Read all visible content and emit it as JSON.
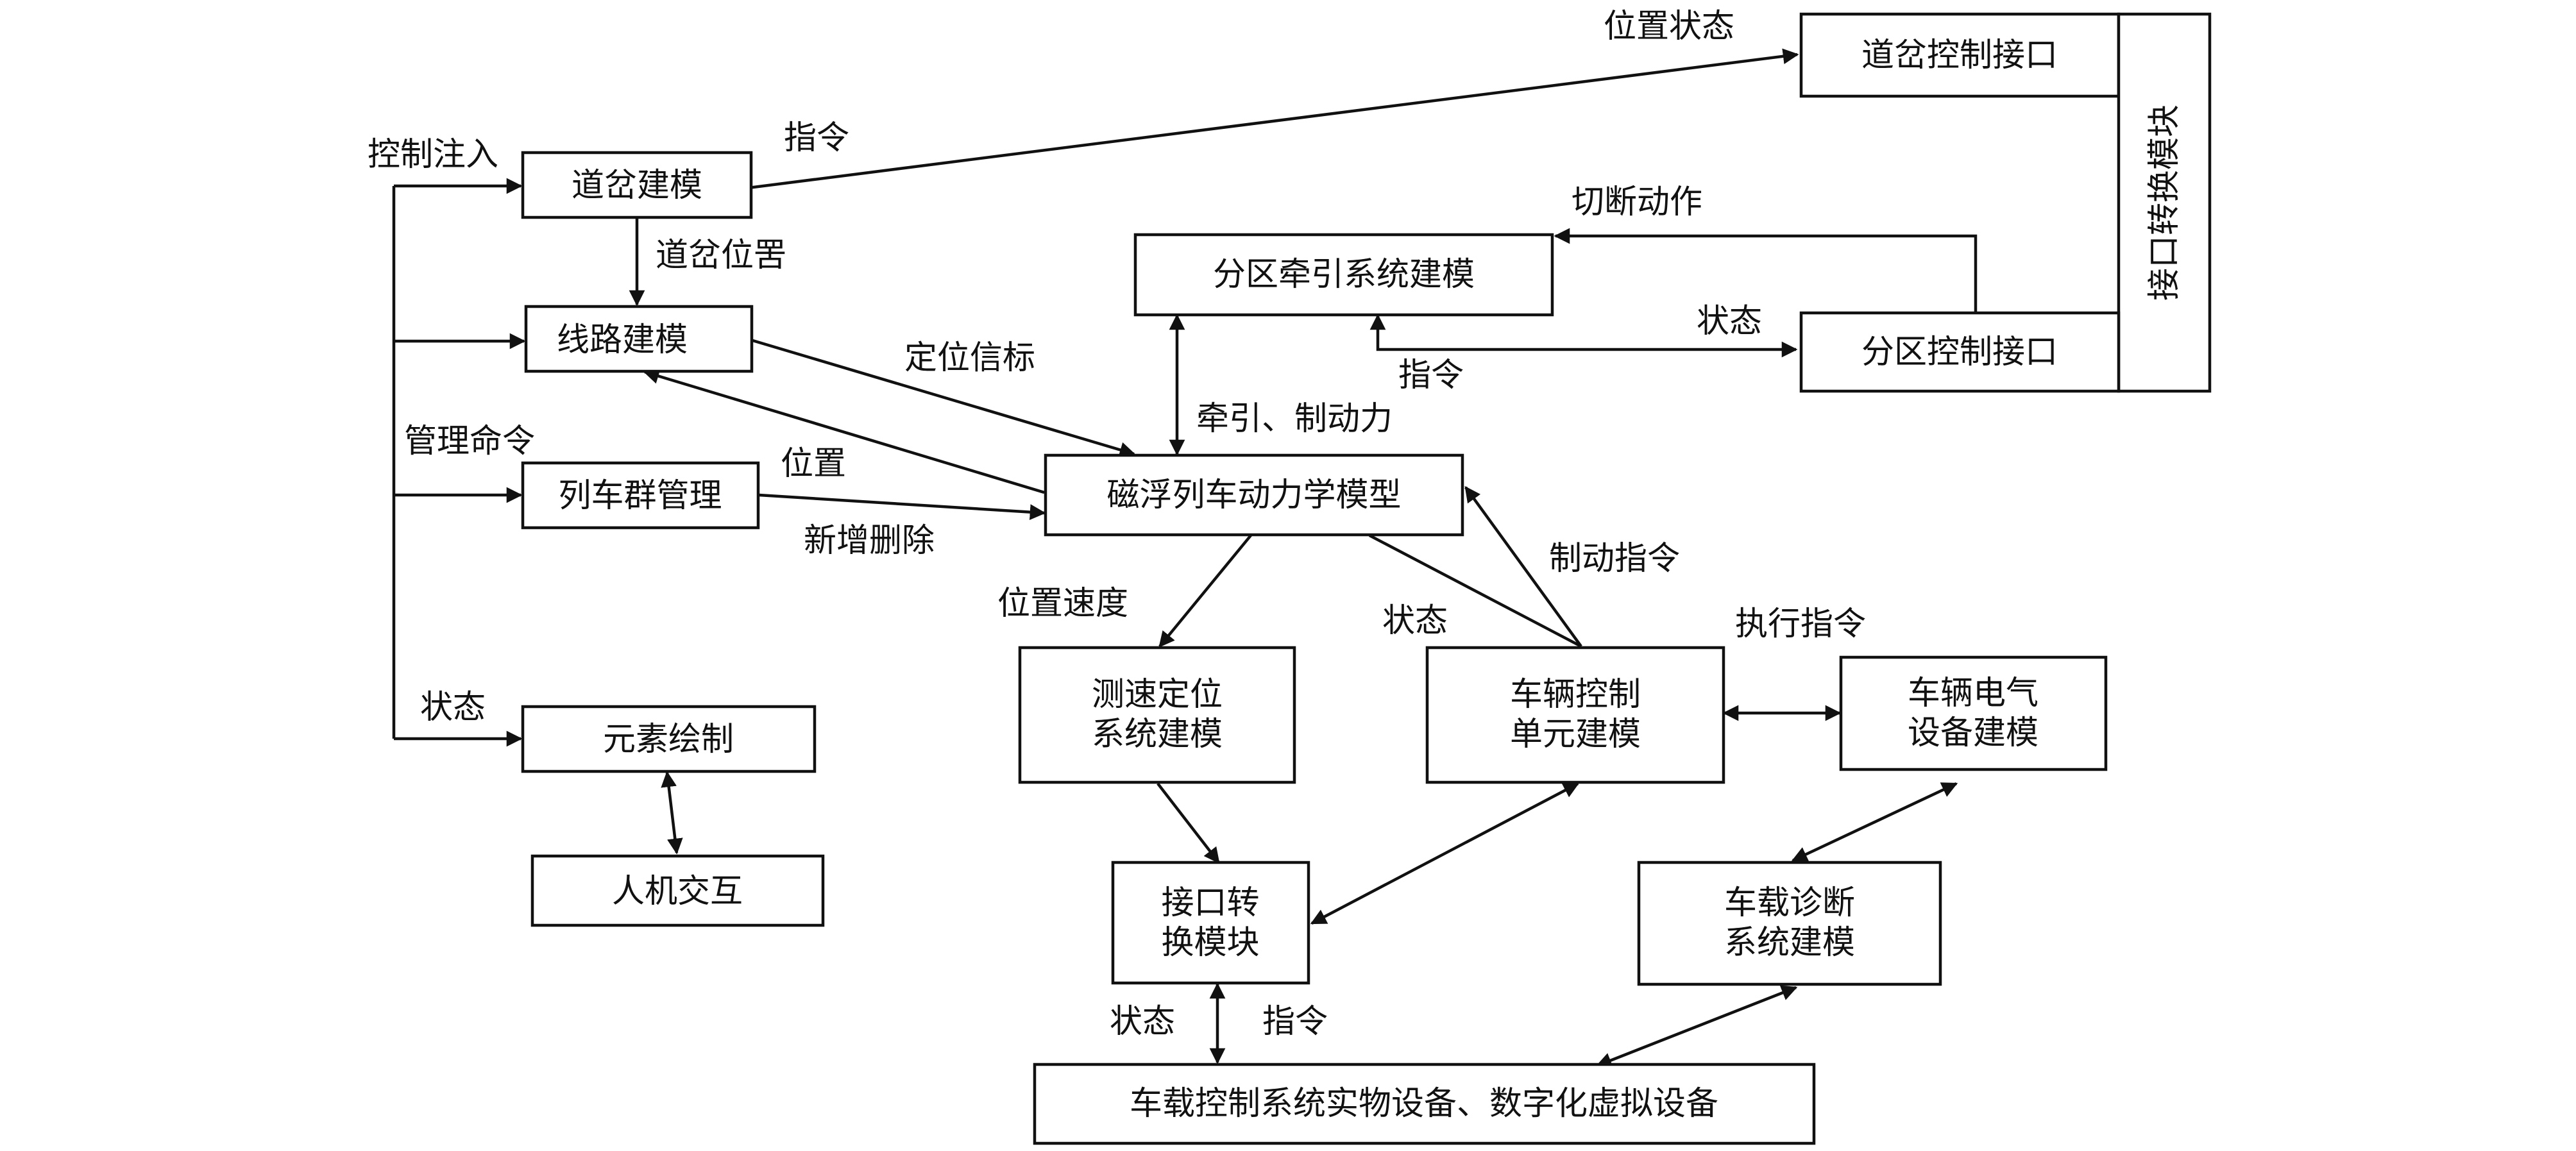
{
  "nodes": {
    "switch_model": "道岔建模",
    "route_model": "线路建模",
    "train_group_mgmt": "列车群管理",
    "element_draw": "元素绘制",
    "hmi": "人机交互",
    "switch_ctrl_iface": "道岔控制接口",
    "interface_module_right": "接口转换模块",
    "section_traction_model": "分区牵引系统建模",
    "section_ctrl_iface": "分区控制接口",
    "maglev_dynamics": "磁浮列车动力学模型",
    "speed_position_model": {
      "line1": "测速定位",
      "line2": "系统建模"
    },
    "vehicle_ctrl_unit": {
      "line1": "车辆控制",
      "line2": "单元建模"
    },
    "vehicle_electric": {
      "line1": "车辆电气",
      "line2": "设备建模"
    },
    "interface_module_center": {
      "line1": "接口转",
      "line2": "换模块"
    },
    "onboard_diagnosis": {
      "line1": "车载诊断",
      "line2": "系统建模"
    },
    "onboard_equipment": "车载控制系统实物设备、数字化虚拟设备"
  },
  "labels": {
    "control_inject": "控制注入",
    "switch_position": "道岔位罟",
    "mgmt_command": "管理命令",
    "state_left": "状态",
    "position_state": "位置状态",
    "command_top": "指令",
    "cut_action": "切断动作",
    "state_section": "状态",
    "command_section": "指令",
    "positioning_beacon": "定位信标",
    "traction_brake_force": "牵引、制动力",
    "position": "位置",
    "add_delete": "新增删除",
    "position_speed": "位置速度",
    "state_vcu": "状态",
    "brake_command": "制动指令",
    "exec_command": "执行指令",
    "state_bottom": "状态",
    "command_bottom": "指令"
  }
}
